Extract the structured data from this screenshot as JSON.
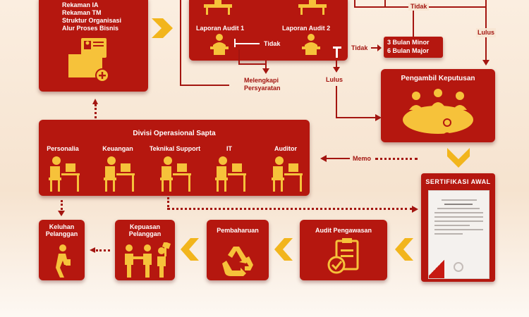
{
  "top_left_box": {
    "items": [
      "Rekaman IA",
      "Rekaman TM",
      "Struktur Organisasi",
      "Alur Proses Bisnis"
    ]
  },
  "audit_box": {
    "audit1_label": "Laporan Audit 1",
    "audit2_label": "Laporan Audit 2",
    "tidak_inner": "Tidak"
  },
  "minor_major": {
    "line1": "3 Bulan Minor",
    "line2": "6 Bulan Major"
  },
  "flow_labels": {
    "tidak_right": "Tidak",
    "tidak_top": "Tidak",
    "lulus_right": "Lulus",
    "lulus_mid": "Lulus",
    "melengkapi": "Melengkapi Persyaratan",
    "memo": "Memo"
  },
  "decision_box": {
    "title": "Pengambil Keputusan"
  },
  "division_box": {
    "title": "Divisi Operasional Sapta",
    "members": [
      "Personalia",
      "Keuangan",
      "Teknikal Support",
      "IT",
      "Auditor"
    ]
  },
  "certificate_box": {
    "title": "SERTIFIKASI AWAL"
  },
  "bottom_boxes": {
    "keluhan": "Keluhan Pelanggan",
    "kepuasan": "Kepuasan Pelanggan",
    "pembaharuan": "Pembaharuan",
    "audit_pengawasan": "Audit Pengawasan"
  },
  "colors": {
    "box_red": "#b5170f",
    "icon_yellow": "#f6c23a",
    "arrow_yellow": "#f2b51c",
    "line_red": "#a31510"
  }
}
